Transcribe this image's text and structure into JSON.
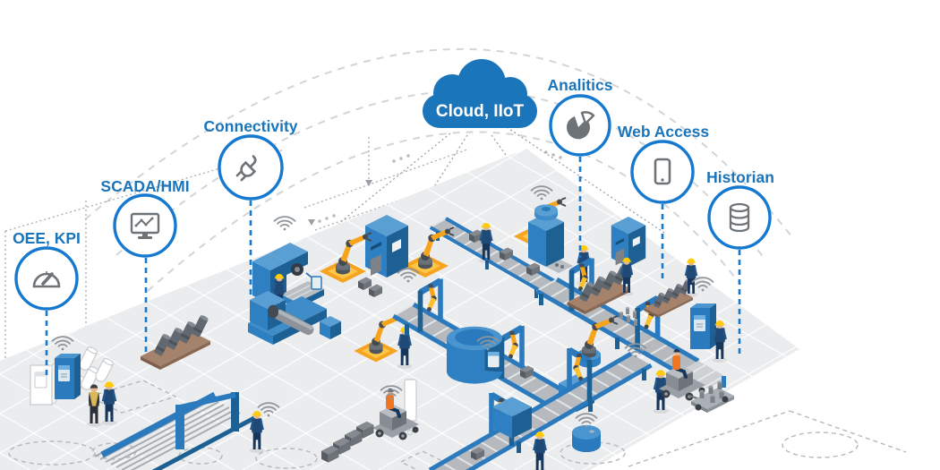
{
  "diagram": {
    "cloud": {
      "label": "Cloud, IIoT"
    },
    "nodes": [
      {
        "id": "oee-kpi",
        "label": "OEE, KPI",
        "icon": "gauge-icon"
      },
      {
        "id": "scada-hmi",
        "label": "SCADA/HMI",
        "icon": "monitor-chart-icon"
      },
      {
        "id": "connectivity",
        "label": "Connectivity",
        "icon": "plug-icon"
      },
      {
        "id": "analytics",
        "label": "Analitics",
        "icon": "pie-chart-icon"
      },
      {
        "id": "web-access",
        "label": "Web Access",
        "icon": "smartphone-icon"
      },
      {
        "id": "historian",
        "label": "Historian",
        "icon": "database-icon"
      }
    ],
    "colors": {
      "accent_blue": "#1b75bb",
      "node_ring_blue": "#1679d0",
      "machine_blue": "#2e80c3",
      "machine_blue_dark": "#1d6094",
      "robot_orange": "#f7a41d",
      "pad_orange": "#f6a41f",
      "helmet_yellow": "#ffcb05",
      "floor_gray": "#eaecee",
      "icon_gray": "#6e7377"
    }
  }
}
